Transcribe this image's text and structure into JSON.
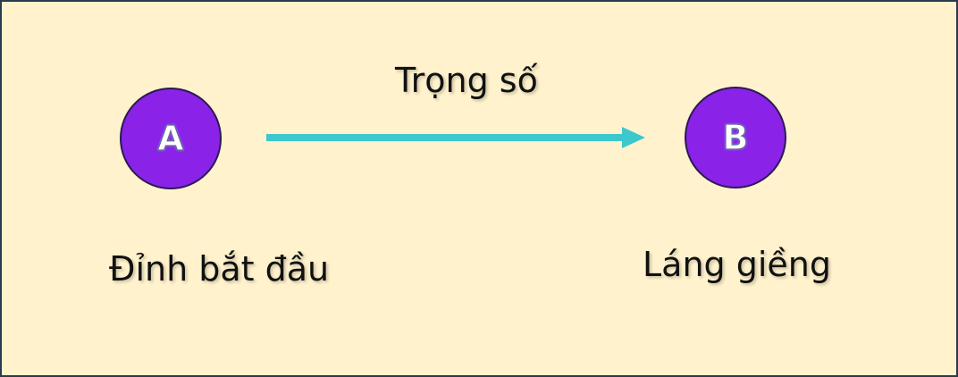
{
  "diagram": {
    "nodes": [
      {
        "id": "A",
        "label": "A",
        "caption": "Đỉnh bắt đầu",
        "color": "#8a22e8"
      },
      {
        "id": "B",
        "label": "B",
        "caption": "Láng giềng",
        "color": "#8a22e8"
      }
    ],
    "edge": {
      "from": "A",
      "to": "B",
      "label": "Trọng số",
      "color": "#3cc8cc"
    },
    "background": "#fff2cc"
  }
}
